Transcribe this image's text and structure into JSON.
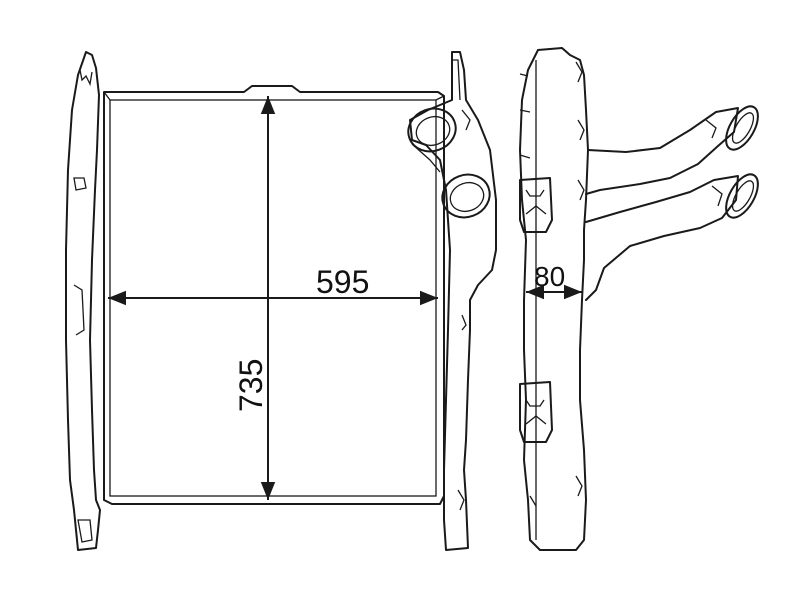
{
  "dimensions": {
    "width": "595",
    "height": "735",
    "depth": "80"
  }
}
